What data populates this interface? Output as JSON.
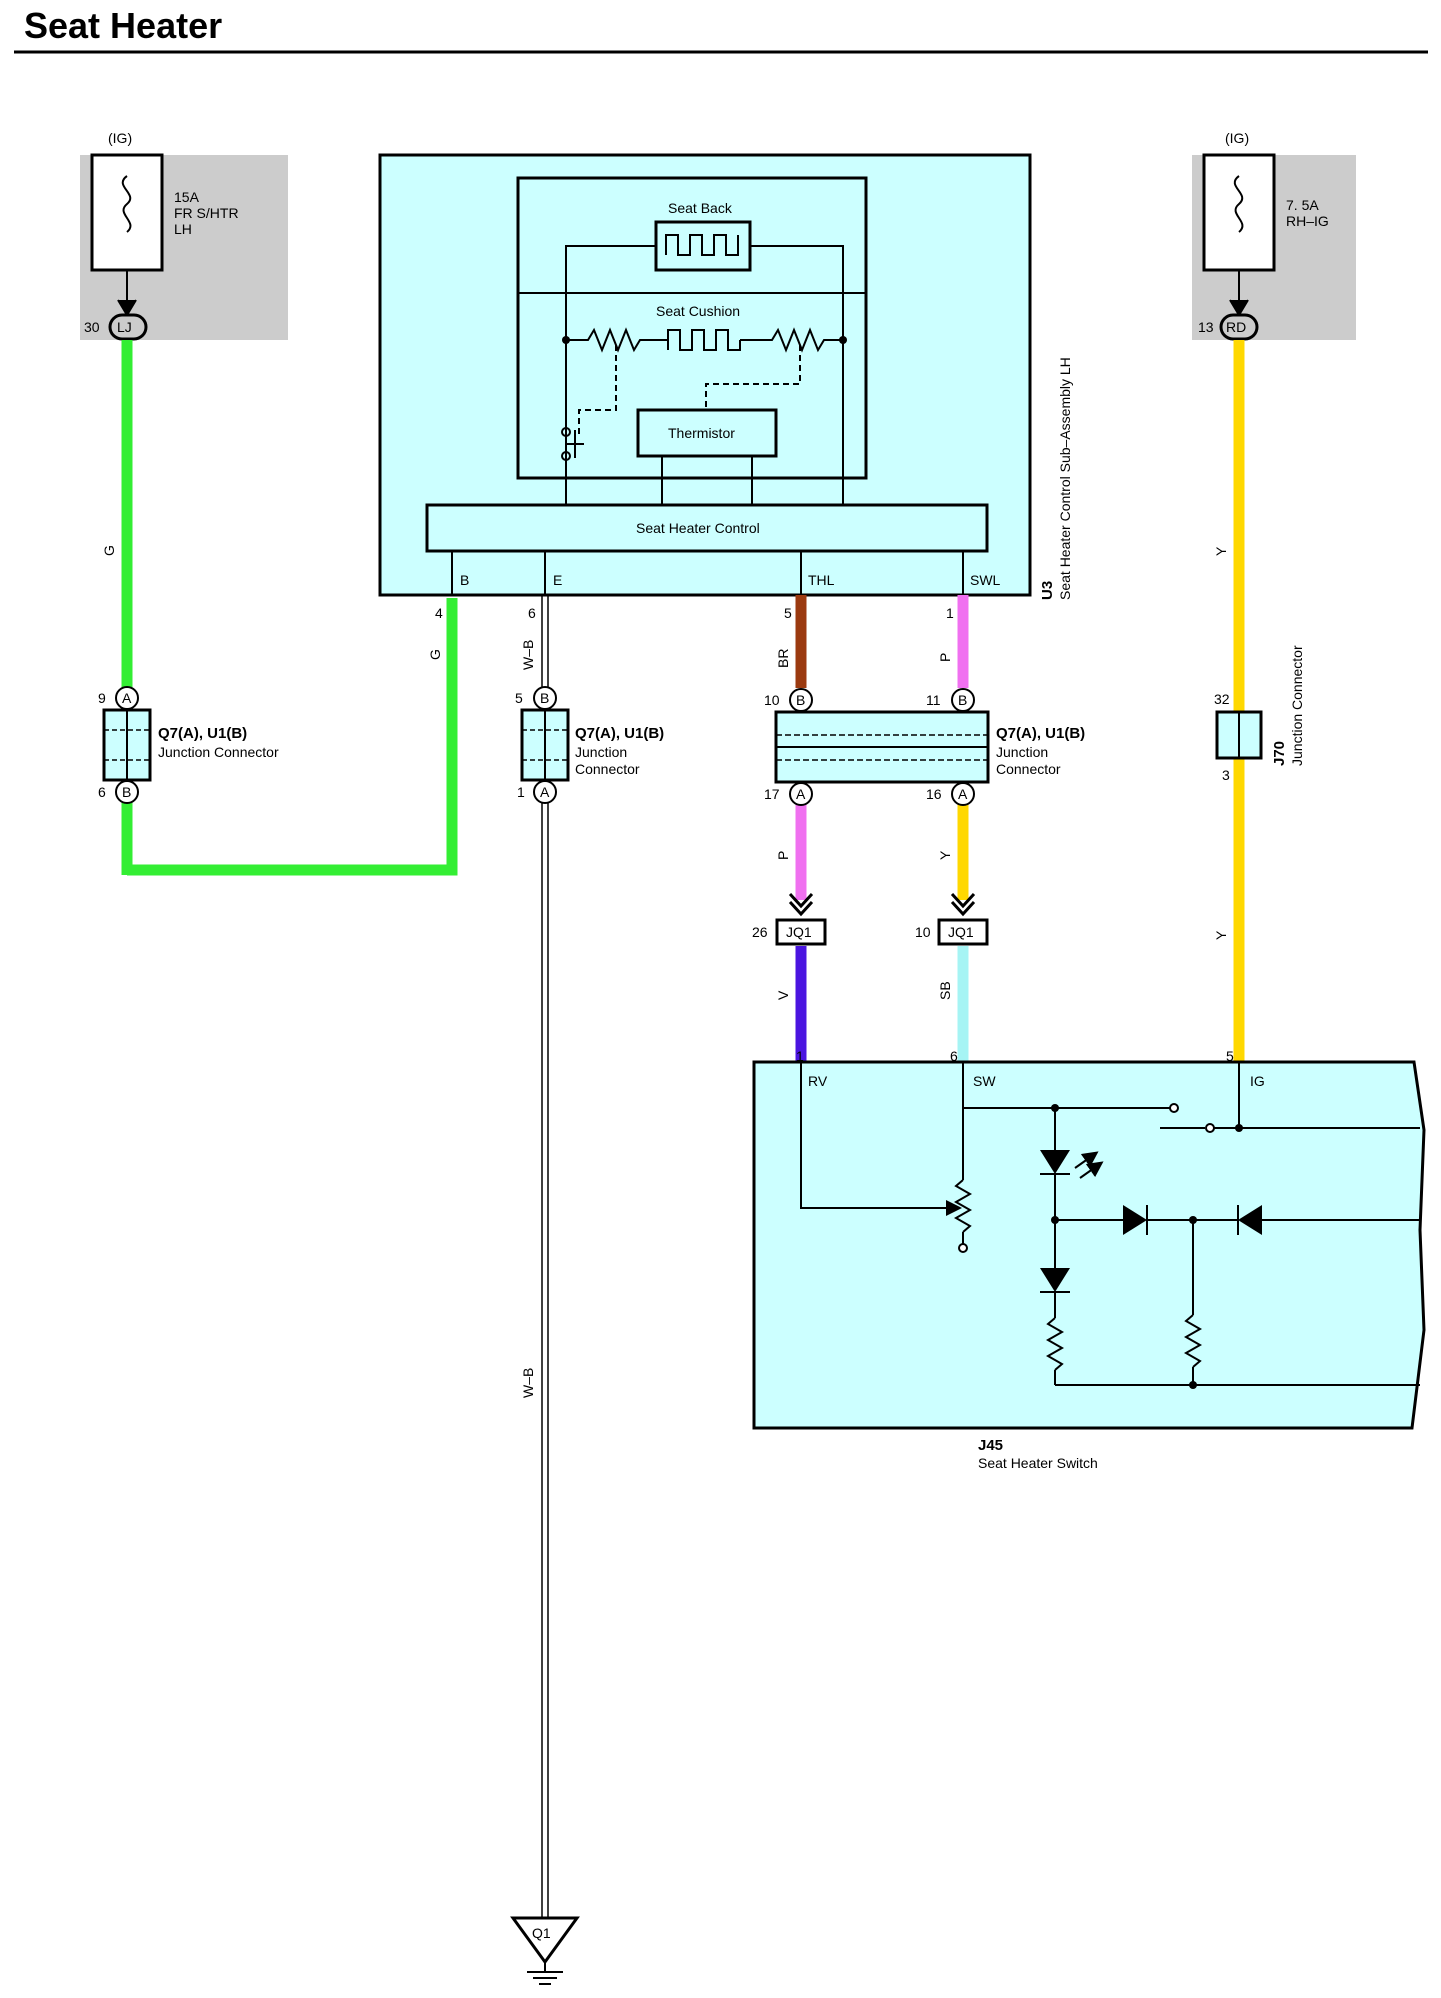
{
  "title": "Seat Heater",
  "colors": {
    "green": "#33ee33",
    "brown": "#9b3a10",
    "pink": "#f070f0",
    "yellow": "#ffd800",
    "violet": "#4a14e0",
    "sky_blue": "#a6f4f4",
    "component_fill": "#ccffff",
    "fuse_box_fill": "#cccccc"
  },
  "fuses": {
    "left": {
      "ig": "(IG)",
      "rating": "15A",
      "name_line1": "FR S/HTR",
      "name_line2": "LH",
      "pin": "30",
      "connector": "LJ"
    },
    "right": {
      "ig": "(IG)",
      "rating": "7. 5A",
      "name": "RH–IG",
      "pin": "13",
      "connector": "RD"
    }
  },
  "u3": {
    "id": "U3",
    "name": "Seat Heater Control Sub–Assembly LH",
    "seat_back": "Seat Back",
    "seat_cushion": "Seat Cushion",
    "thermistor": "Thermistor",
    "control": "Seat Heater Control",
    "terminals": {
      "b": "B",
      "e": "E",
      "thl": "THL",
      "swl": "SWL"
    },
    "pins": {
      "b": "4",
      "e": "6",
      "thl": "5",
      "swl": "1"
    }
  },
  "wires": {
    "g": "G",
    "wb": "W–B",
    "br": "BR",
    "p": "P",
    "y": "Y",
    "v": "V",
    "sb": "SB"
  },
  "jc_left": {
    "name": "Q7(A), U1(B)",
    "desc": "Junction Connector",
    "pin_top": "9",
    "pin_top_conn": "A",
    "pin_bot": "6",
    "pin_bot_conn": "B"
  },
  "jc_mid": {
    "name": "Q7(A), U1(B)",
    "desc_line1": "Junction",
    "desc_line2": "Connector",
    "pin_top": "5",
    "pin_top_conn": "B",
    "pin_bot": "1",
    "pin_bot_conn": "A"
  },
  "jc_right": {
    "name": "Q7(A), U1(B)",
    "desc_line1": "Junction",
    "desc_line2": "Connector",
    "pin_tl": "10",
    "pin_tl_conn": "B",
    "pin_tr": "11",
    "pin_tr_conn": "B",
    "pin_bl": "17",
    "pin_bl_conn": "A",
    "pin_br": "16",
    "pin_br_conn": "A"
  },
  "jq1": {
    "name": "JQ1",
    "pin_left": "26",
    "pin_right": "10"
  },
  "j70": {
    "id": "J70",
    "name": "Junction Connector",
    "pin_top": "32",
    "pin_bot": "3"
  },
  "j45": {
    "id": "J45",
    "name": "Seat Heater Switch",
    "terminals": {
      "rv": "RV",
      "sw": "SW",
      "ig": "IG"
    },
    "pins": {
      "rv": "1",
      "sw": "6",
      "ig": "5"
    }
  },
  "ground": {
    "name": "Q1"
  }
}
